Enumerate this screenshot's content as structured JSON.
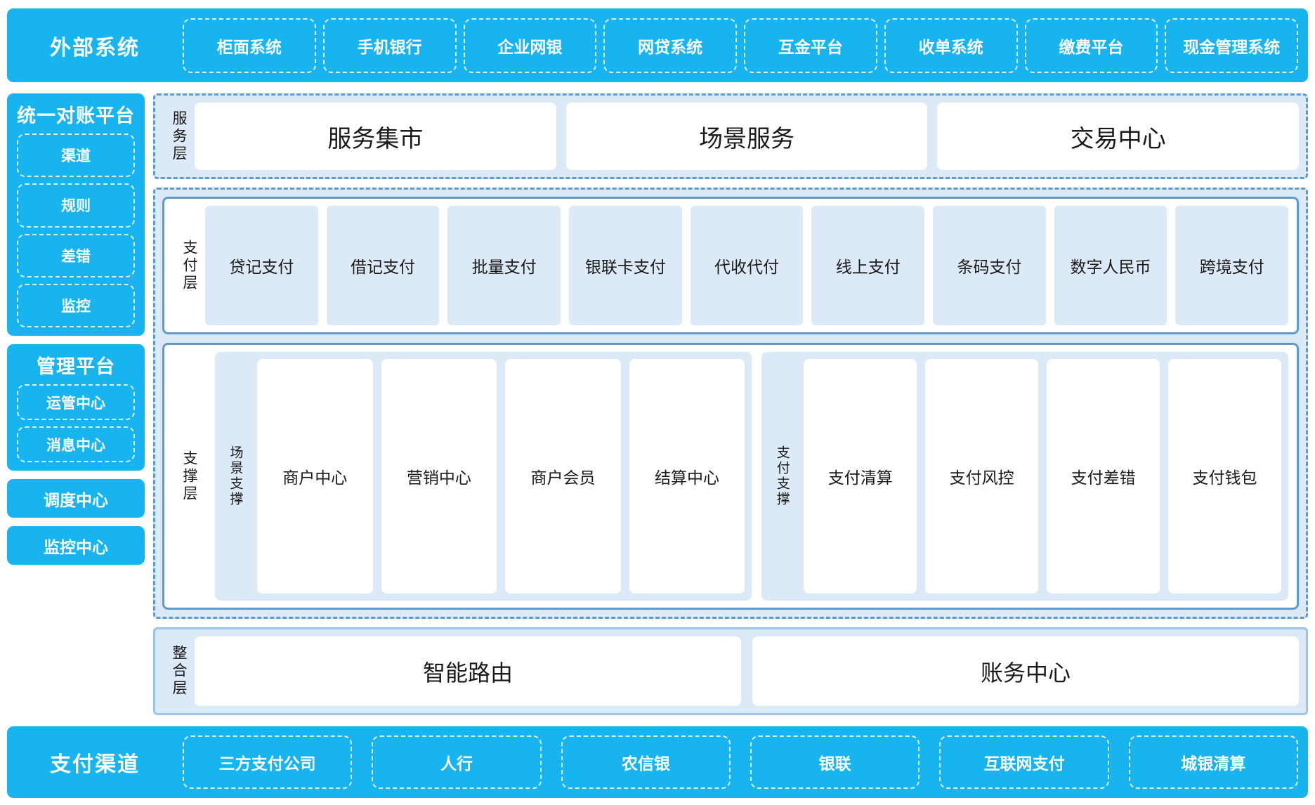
{
  "external": {
    "title": "外部系统",
    "items": [
      "柜面系统",
      "手机银行",
      "企业网银",
      "网贷系统",
      "互金平台",
      "收单系统",
      "缴费平台",
      "现金管理系统"
    ]
  },
  "sidebar": {
    "reconcile": {
      "title": "统一对账平台",
      "items": [
        "渠道",
        "规则",
        "差错",
        "监控"
      ]
    },
    "manage": {
      "title": "管理平台",
      "items": [
        "运管中心",
        "消息中心"
      ]
    },
    "standalone": [
      "调度中心",
      "监控中心"
    ]
  },
  "service_layer": {
    "label": "服务层",
    "cards": [
      "服务集市",
      "场景服务",
      "交易中心"
    ]
  },
  "payment_layer": {
    "label": "支付层",
    "cards": [
      "贷记支付",
      "借记支付",
      "批量支付",
      "银联卡支付",
      "代收代付",
      "线上支付",
      "条码支付",
      "数字人民币",
      "跨境支付"
    ]
  },
  "support_layer": {
    "label": "支撑层",
    "scene": {
      "label": "场景支撑",
      "cards": [
        "商户中心",
        "营销中心",
        "商户会员",
        "结算中心"
      ]
    },
    "payment_support": {
      "label": "支付支撑",
      "cards": [
        "支付清算",
        "支付风控",
        "支付差错",
        "支付钱包"
      ]
    }
  },
  "integration_layer": {
    "label": "整合层",
    "cards": [
      "智能路由",
      "账务中心"
    ]
  },
  "channel": {
    "title": "支付渠道",
    "items": [
      "三方支付公司",
      "人行",
      "农信银",
      "银联",
      "互联网支付",
      "城银清算"
    ]
  },
  "colors": {
    "brand_blue": "#17b4f0",
    "dash_border": "#5b9bd5",
    "tile_fill": "#dce9f7"
  }
}
